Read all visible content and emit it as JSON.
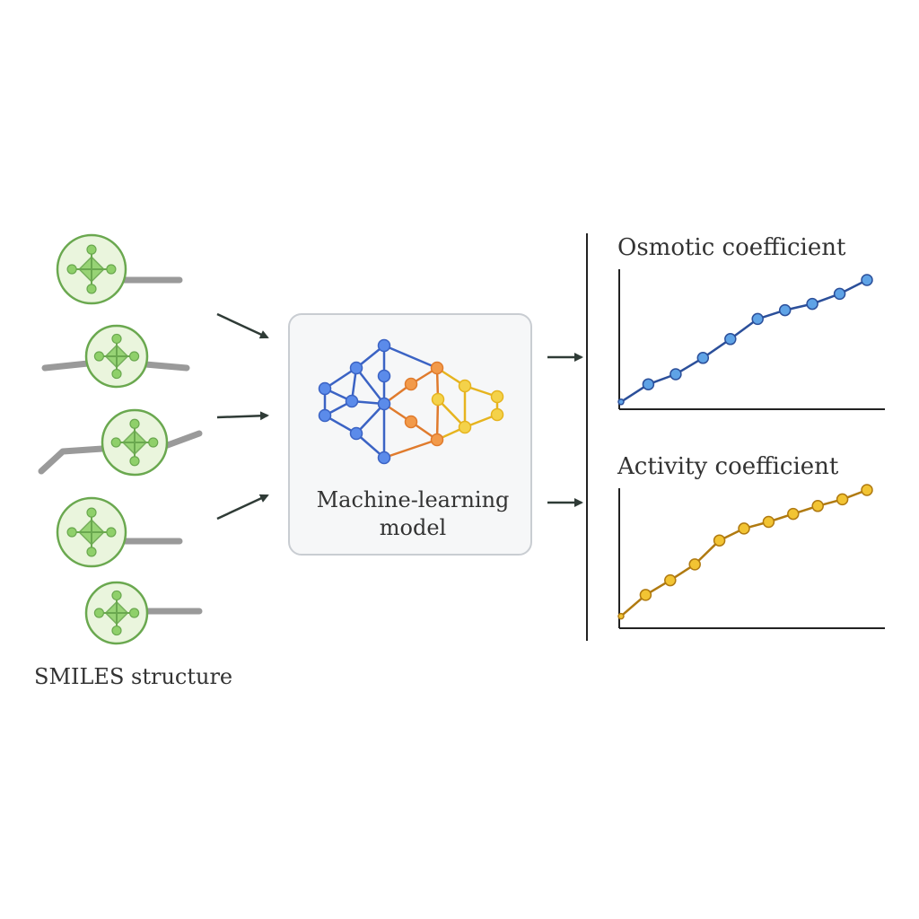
{
  "inputs": {
    "label": "SMILES structure",
    "molecule_count": 5
  },
  "model": {
    "label_line1": "Machine-learning",
    "label_line2": "model"
  },
  "outputs": {
    "charts": [
      {
        "title": "Osmotic coefficient",
        "color": "#2b4f9a",
        "point_color": "#5fa3e6",
        "series": [
          0.03,
          0.17,
          0.25,
          0.38,
          0.53,
          0.69,
          0.76,
          0.81,
          0.89,
          1.0
        ]
      },
      {
        "title": "Activity coefficient",
        "color": "#b07a10",
        "point_color": "#f2c433",
        "series": [
          0.05,
          0.21,
          0.32,
          0.44,
          0.62,
          0.71,
          0.76,
          0.82,
          0.88,
          0.93,
          1.0
        ]
      }
    ]
  },
  "colors": {
    "molecule_fill": "#eaf5dd",
    "molecule_stroke": "#6aa84f",
    "atom": "#8fd06a",
    "bond_tail": "#9a9a9a",
    "arrow": "#2f3b36",
    "panel_fill": "#f6f7f8",
    "panel_stroke": "#c9cdd2",
    "nn_blue": "#3b63c4",
    "nn_blue_node": "#5b8bea",
    "nn_orange": "#e07b2d",
    "nn_orange_node": "#f29a4a",
    "nn_yellow": "#e6b41f",
    "nn_yellow_node": "#f4d24a"
  }
}
